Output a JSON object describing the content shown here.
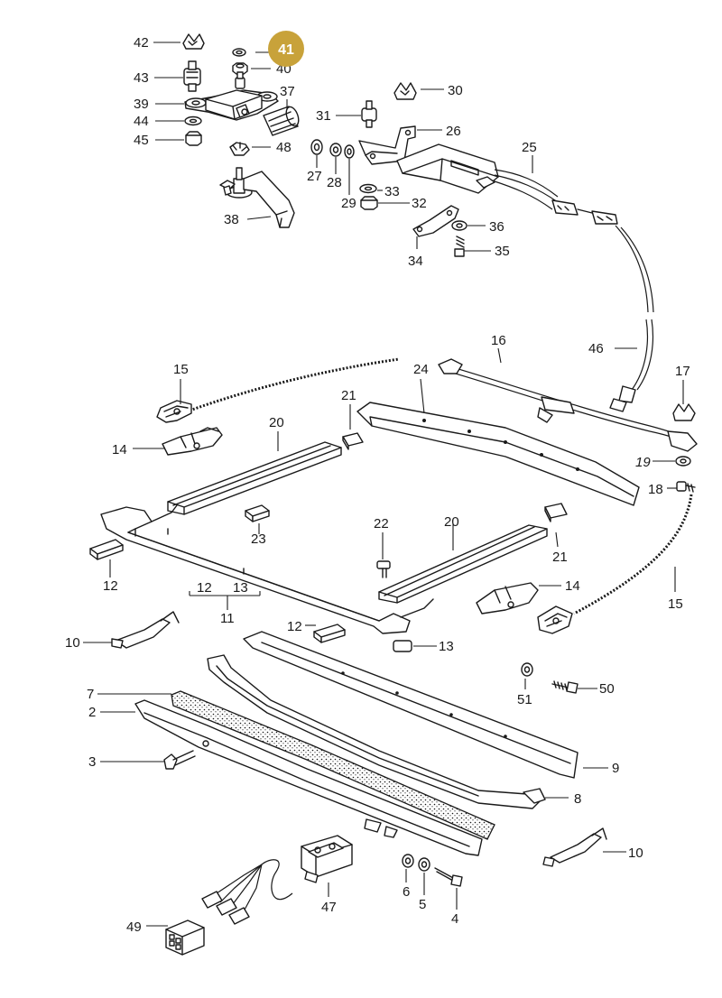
{
  "highlight": {
    "label": "41",
    "color": "#c8a23a"
  },
  "callouts": {
    "c42": "42",
    "c43": "43",
    "c39": "39",
    "c44": "44",
    "c45": "45",
    "c40": "40",
    "c37": "37",
    "c48": "48",
    "c38": "38",
    "c31": "31",
    "c27": "27",
    "c28": "28",
    "c29": "29",
    "c33": "33",
    "c32": "32",
    "c30": "30",
    "c26": "26",
    "c25": "25",
    "c36": "36",
    "c35": "35",
    "c34": "34",
    "c46": "46",
    "c16": "16",
    "c15a": "15",
    "c24": "24",
    "c17": "17",
    "c21a": "21",
    "c20a": "20",
    "c14a": "14",
    "c19": "19",
    "c18": "18",
    "c22": "22",
    "c20b": "20",
    "c23": "23",
    "c21b": "21",
    "c12a": "12",
    "c12b": "12",
    "c13a": "13",
    "c11": "11",
    "c14b": "14",
    "c15b": "15",
    "c10a": "10",
    "c12c": "12",
    "c13b": "13",
    "c50": "50",
    "c51": "51",
    "c7": "7",
    "c2": "2",
    "c3": "3",
    "c9": "9",
    "c8": "8",
    "c10b": "10",
    "c6": "6",
    "c5": "5",
    "c4": "4",
    "c47": "47",
    "c49": "49"
  }
}
